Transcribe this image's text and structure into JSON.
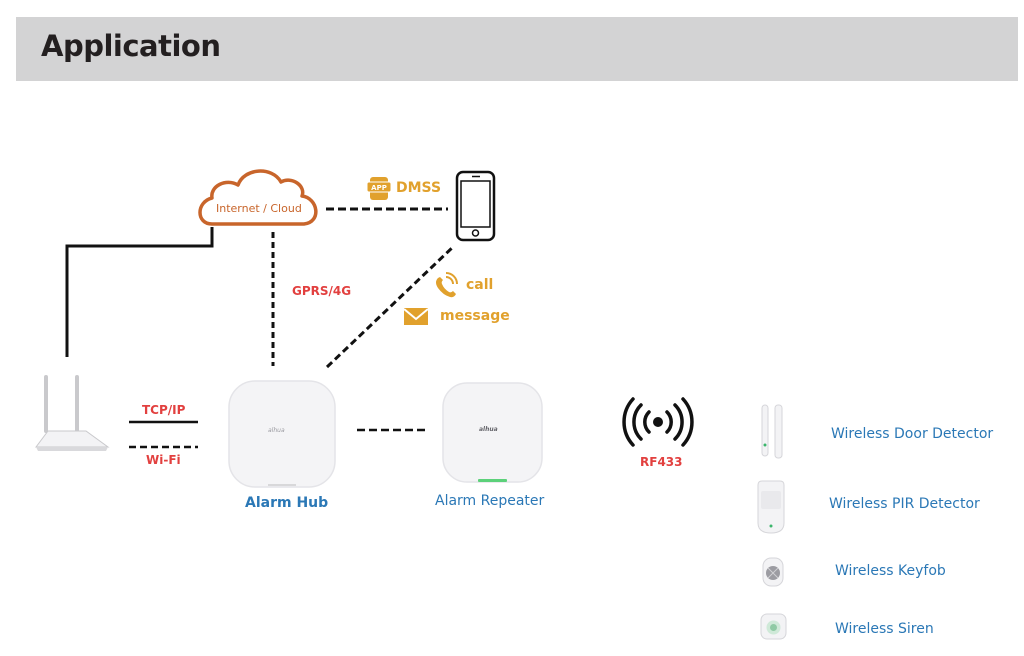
{
  "header": {
    "title": "Application"
  },
  "cloud": {
    "label": "Internet / Cloud",
    "icon": "cloud-icon"
  },
  "app": {
    "label": "DMSS",
    "icon": "app-icon"
  },
  "phone": {
    "icon": "smartphone-icon"
  },
  "links": {
    "gprs": "GPRS/4G",
    "call": "call",
    "message": "message",
    "tcpip": "TCP/IP",
    "wifi": "Wi-Fi",
    "rf": "RF433"
  },
  "devices": {
    "router": {
      "icon": "router-icon"
    },
    "hub": {
      "label": "Alarm Hub",
      "brand": "alhua"
    },
    "repeater": {
      "label": "Alarm Repeater",
      "brand": "alhua"
    }
  },
  "peripherals": [
    {
      "label": "Wireless Door Detector",
      "icon": "door-detector-icon"
    },
    {
      "label": "Wireless PIR Detector",
      "icon": "pir-detector-icon"
    },
    {
      "label": "Wireless Keyfob",
      "icon": "keyfob-icon"
    },
    {
      "label": "Wireless Siren",
      "icon": "siren-icon"
    }
  ],
  "colors": {
    "header_bg": "#d3d3d4",
    "link_label_red": "#e2403f",
    "app_gold": "#e1a12d",
    "device_label_blue": "#2b78b6",
    "cloud_orange": "#c8652b"
  }
}
